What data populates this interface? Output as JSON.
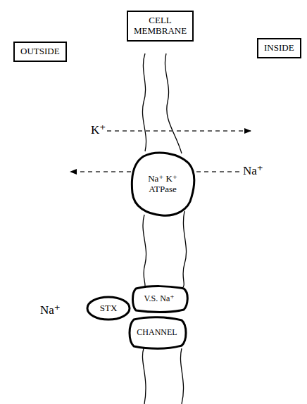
{
  "diagram": {
    "nodes": [
      {
        "text": [
          "CELL MEMBRANE"
        ]
      },
      {
        "text": [
          "OUTSIDE"
        ]
      },
      {
        "text": [
          "INSIDE"
        ]
      },
      {
        "text": [
          "Na⁺ K⁺ ATPase"
        ]
      },
      {
        "text": [
          "V.S. Na⁺"
        ]
      },
      {
        "text": [
          "STX"
        ]
      },
      {
        "text": [
          "CHANNEL"
        ]
      }
    ],
    "labels": [
      "K⁺",
      "Na⁺",
      "Na⁺"
    ]
  }
}
